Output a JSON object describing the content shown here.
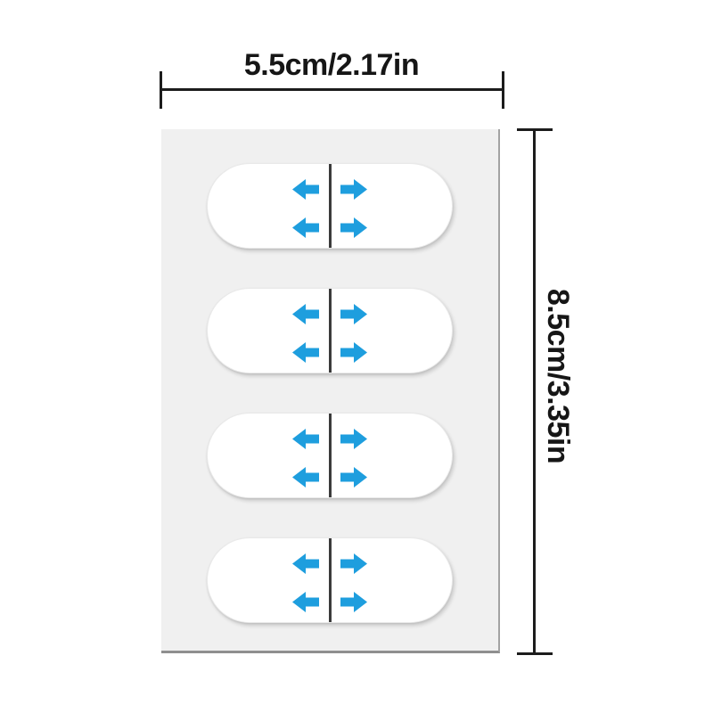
{
  "diagram": {
    "width_label": "5.5cm/2.17in",
    "height_label": "8.5cm/3.35in"
  },
  "sheet": {
    "stickers": [
      {
        "left_arrows": 2,
        "right_arrows": 2
      },
      {
        "left_arrows": 2,
        "right_arrows": 2
      },
      {
        "left_arrows": 2,
        "right_arrows": 2
      },
      {
        "left_arrows": 2,
        "right_arrows": 2
      }
    ]
  },
  "icons": {
    "left_arrow": "arrow-left-icon",
    "right_arrow": "arrow-right-icon"
  },
  "colors": {
    "arrow_blue": "#1e9ede",
    "sheet_gray": "#f0f0f0",
    "line_black": "#1c1c1c",
    "divider_dark": "#3b3b3b",
    "page_bg": "#ffffff"
  }
}
